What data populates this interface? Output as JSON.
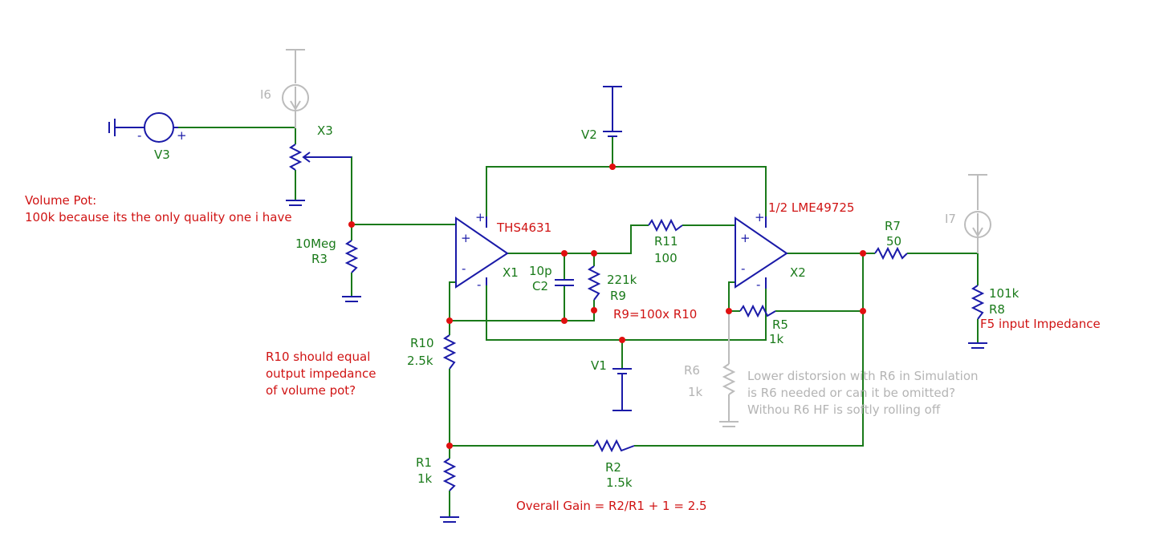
{
  "components": {
    "V3": {
      "ref": "V3"
    },
    "I6": {
      "ref": "I6"
    },
    "X3": {
      "ref": "X3"
    },
    "R3": {
      "ref": "R3",
      "value": "10Meg"
    },
    "X1": {
      "ref": "X1",
      "part": "THS4631"
    },
    "C2": {
      "ref": "C2",
      "value": "10p"
    },
    "R9": {
      "ref": "R9",
      "value": "221k"
    },
    "R11": {
      "ref": "R11",
      "value": "100"
    },
    "V2": {
      "ref": "V2"
    },
    "V1": {
      "ref": "V1"
    },
    "X2": {
      "ref": "X2",
      "part": "1/2 LME49725"
    },
    "R5": {
      "ref": "R5",
      "value": "1k"
    },
    "R6": {
      "ref": "R6",
      "value": "1k"
    },
    "R7": {
      "ref": "R7",
      "value": "50"
    },
    "I7": {
      "ref": "I7"
    },
    "R8": {
      "ref": "R8",
      "value": "101k"
    },
    "R10": {
      "ref": "R10",
      "value": "2.5k"
    },
    "R1": {
      "ref": "R1",
      "value": "1k"
    },
    "R2": {
      "ref": "R2",
      "value": "1.5k"
    }
  },
  "notes": {
    "volume_pot_line1": "Volume Pot:",
    "volume_pot_line2": "100k because its the only quality one i have",
    "r9_ratio": "R9=100x R10",
    "r10_line1": "R10 should equal",
    "r10_line2": "output impedance",
    "r10_line3": "of volume pot?",
    "r6_line1": "Lower distorsion with R6 in Simulation",
    "r6_line2": "is R6 needed or can it be omitted?",
    "r6_line3": "Withou R6 HF is softly rolling off",
    "r8_note": "F5 input Impedance",
    "gain": "Overall Gain = R2/R1 + 1 = 2.5"
  },
  "pin_marks": {
    "plus": "+",
    "minus": "-"
  },
  "colors": {
    "wire": "#1a7a1a",
    "component": "#1a1aa8",
    "disabled": "#bcbcbc",
    "node_dot": "#e01010",
    "annotation": "#d01414"
  }
}
